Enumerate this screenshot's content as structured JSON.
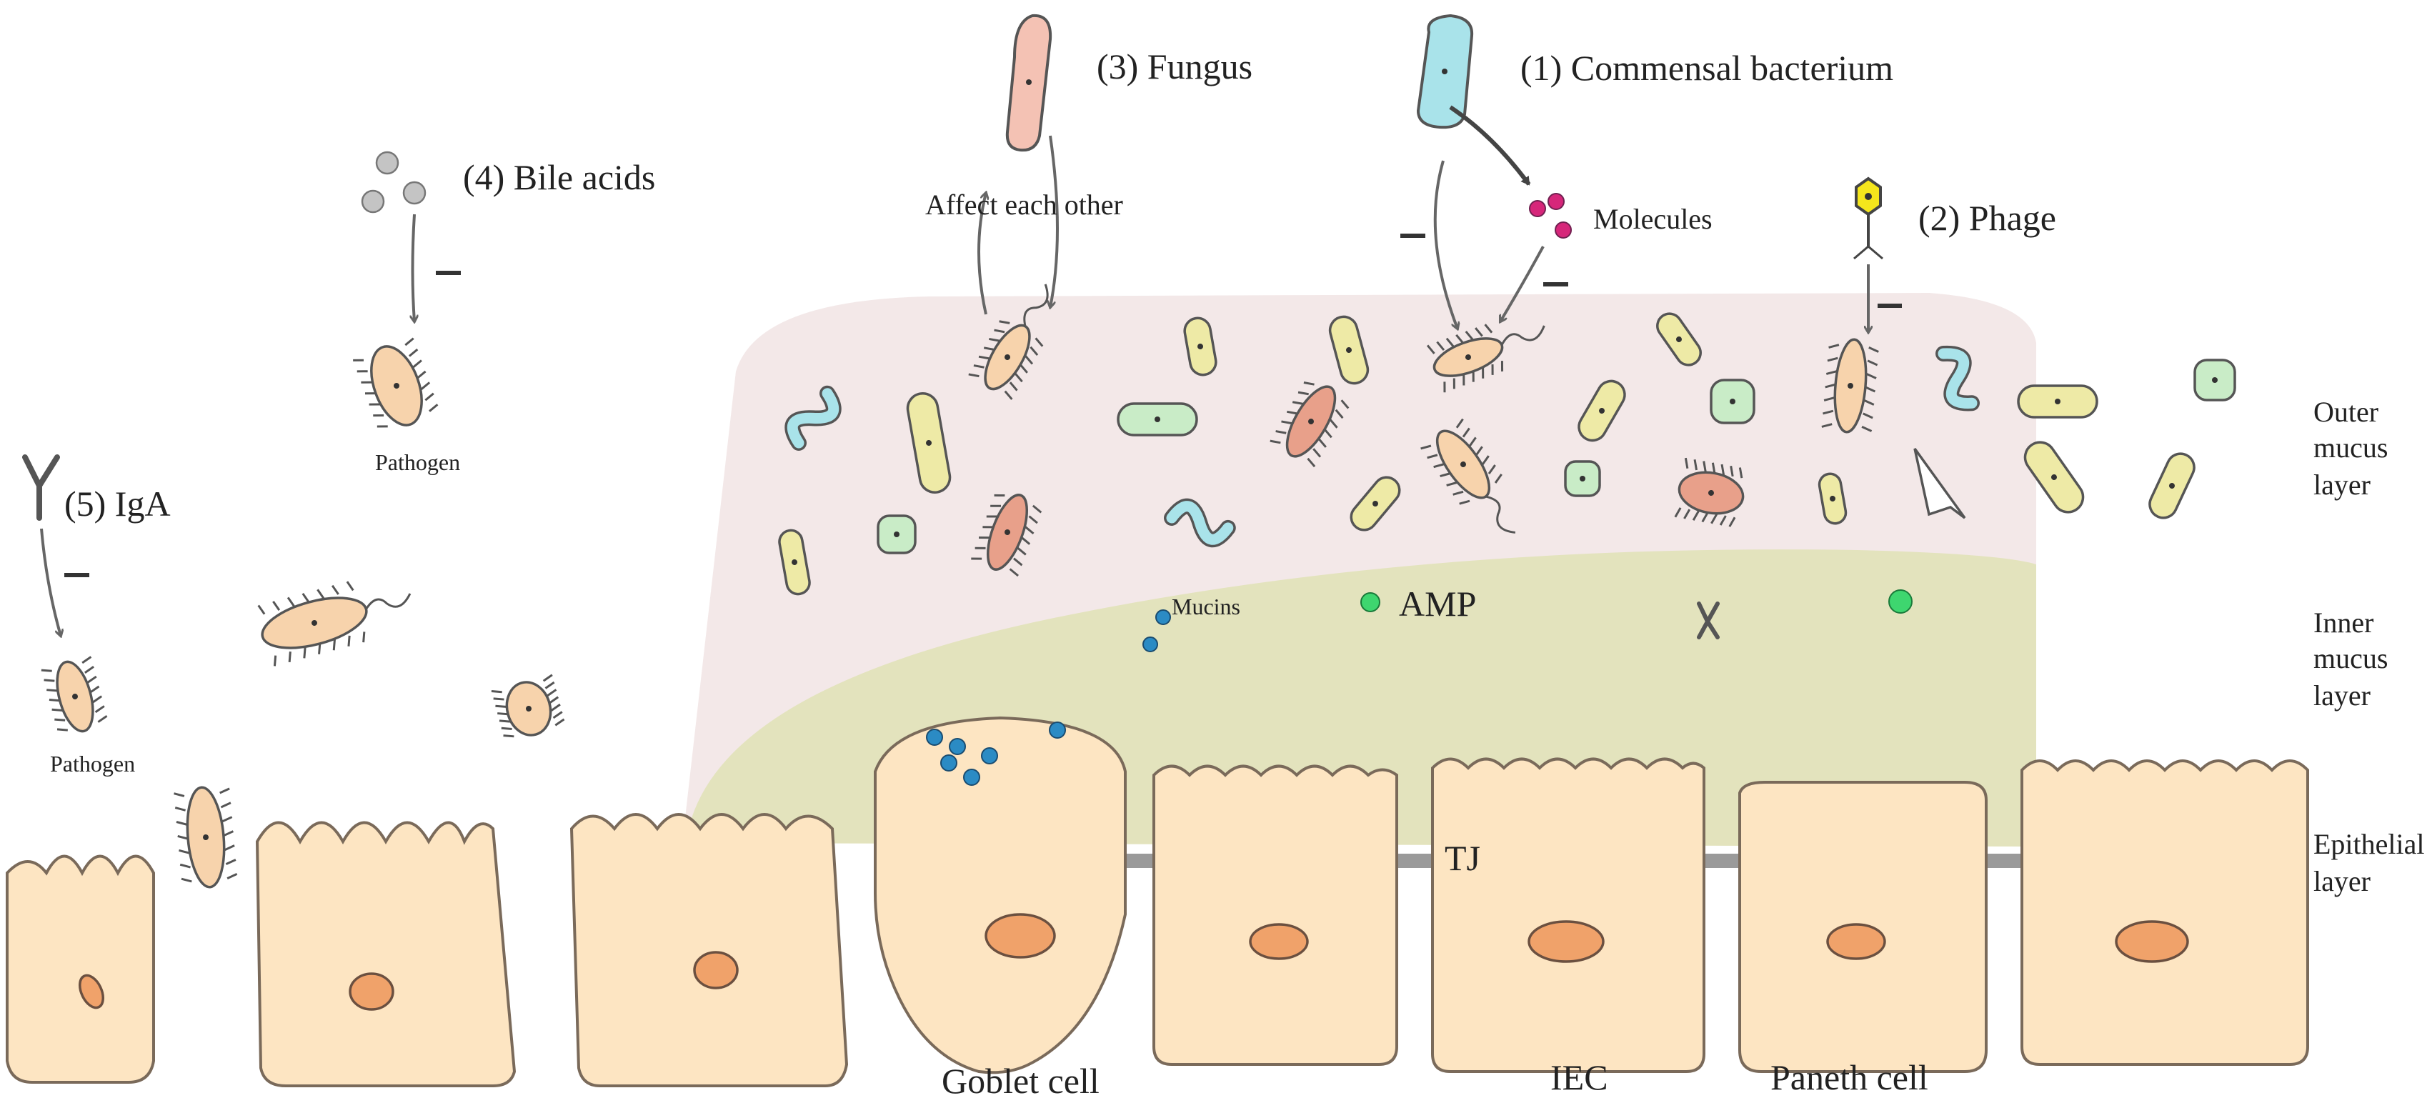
{
  "labels": {
    "commensal": "(1) Commensal bacterium",
    "phage": "(2) Phage",
    "fungus": "(3) Fungus",
    "bile": "(4) Bile acids",
    "iga": "(5) IgA",
    "molecules": "Molecules",
    "affect": "Affect each other",
    "pathogen_1": "Pathogen",
    "pathogen_2": "Pathogen",
    "mucins": "Mucins",
    "amp": "AMP",
    "tj": "TJ",
    "goblet": "Goblet cell",
    "iec": "IEC",
    "paneth": "Paneth cell",
    "outer": [
      "Outer",
      "mucus",
      "layer"
    ],
    "inner": [
      "Inner",
      "mucus",
      "layer"
    ],
    "epithelial": [
      "Epithelial",
      "layer"
    ]
  },
  "minus_sign": "—",
  "colors": {
    "outer_mucus": "#f3e8e8",
    "inner_mucus": "#e3e3bd",
    "cell_fill": "#fde5c2",
    "nucleus": "#f0a26a",
    "pathogen": "#f7d3ac",
    "commensal": "#a9e3ea",
    "fungus": "#f4c2b4",
    "mucin_dot": "#2b8bc4",
    "amp_dot": "#3ed66f",
    "molecule_dot": "#d6267a",
    "bile_dot": "#c4c4c4",
    "phage_head": "#f5e61c"
  },
  "icons": [
    "antibody-icon",
    "phage-icon",
    "bacterium-icon",
    "fungus-icon"
  ]
}
